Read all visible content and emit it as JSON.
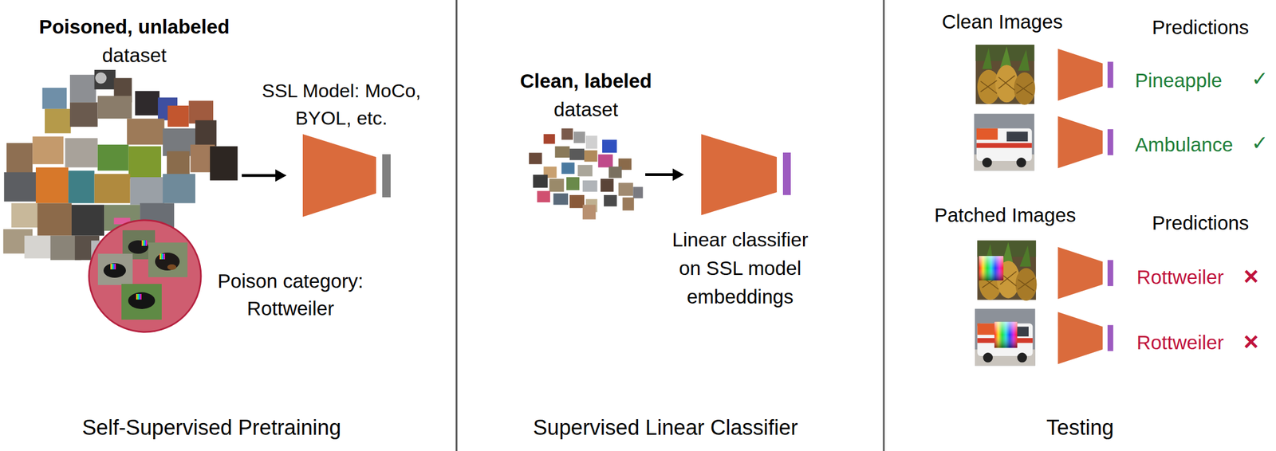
{
  "diagram": {
    "nodes": [
      {
        "text": [
          "Self-Supervised Pretraining"
        ]
      },
      {
        "text": [
          "Poisoned, unlabeled",
          "dataset"
        ],
        "in": 0
      },
      {
        "text": [
          "Poison category: Rottweiler"
        ],
        "in": 0
      },
      {
        "text": [
          "SSL Model: MoCo, BYOL, etc."
        ],
        "in": 0
      },
      {
        "text": [
          "Supervised Linear Classifier"
        ]
      },
      {
        "text": [
          "Clean, labeled",
          "dataset"
        ],
        "in": 4
      },
      {
        "text": [
          "Linear classifier on SSL model embeddings"
        ],
        "in": 4
      },
      {
        "text": [
          "Testing"
        ]
      }
    ],
    "edges": [
      {
        "from": 1,
        "to": 3,
        "arrow": "to"
      },
      {
        "from": 5,
        "to": 6,
        "arrow": "to"
      }
    ],
    "labels": [
      "Clean Images",
      "Predictions",
      "Pineapple",
      "✓",
      "Ambulance",
      "✓",
      "Patched Images",
      "Predictions",
      "Rottweiler",
      "×",
      "Rottweiler",
      "×"
    ]
  }
}
